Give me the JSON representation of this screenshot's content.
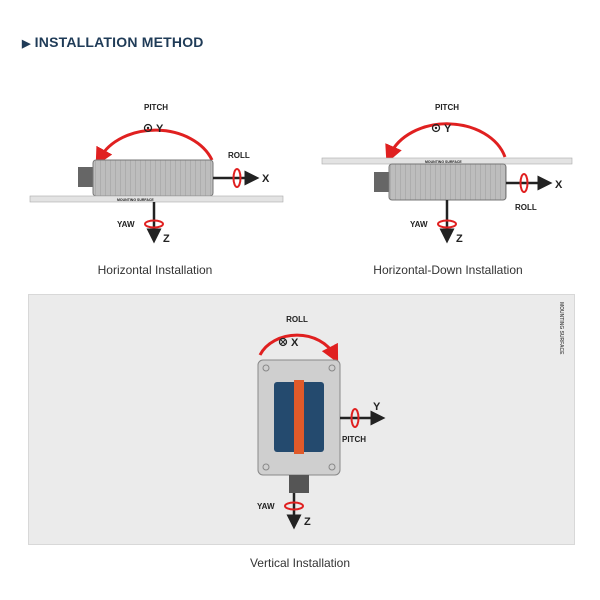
{
  "heading": {
    "icon": "triangle-right-icon",
    "title": "INSTALLATION METHOD"
  },
  "horizontal": {
    "caption": "Horizontal Installation",
    "pitch": "PITCH",
    "y_axis": "Y",
    "roll": "ROLL",
    "x_axis": "X",
    "yaw": "YAW",
    "z_axis": "Z",
    "surface": "MOUNTING SURFACE"
  },
  "horizontal_down": {
    "caption": "Horizontal-Down Installation",
    "pitch": "PITCH",
    "y_axis": "Y",
    "roll": "ROLL",
    "x_axis": "X",
    "yaw": "YAW",
    "z_axis": "Z",
    "surface": "MOUNTING SURFACE"
  },
  "vertical": {
    "caption": "Vertical Installation",
    "roll": "ROLL",
    "x_axis": "X",
    "pitch": "PITCH",
    "y_axis": "Y",
    "yaw": "YAW",
    "z_axis": "Z",
    "surface": "MOUNTING SURFACE"
  },
  "colors": {
    "accent": "#e02020",
    "heading": "#1f3b57",
    "panel": "#ebebeb"
  }
}
